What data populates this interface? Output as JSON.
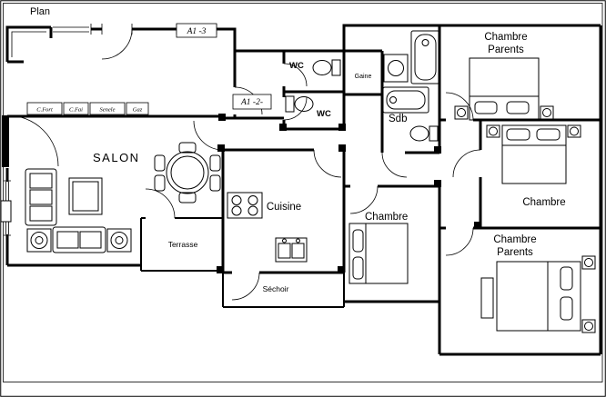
{
  "plan": {
    "title": "Plan",
    "colors": {
      "line": "#000000",
      "background": "#ffffff"
    },
    "rooms": {
      "salon": "SALON",
      "cuisine": "Cuisine",
      "terrasse": "Terrasse",
      "sechoir": "Séchoir",
      "wc_upper": "WC",
      "wc_lower": "WC",
      "gaine": "Gaine",
      "sdb": "Sdb",
      "chambre_middle": "Chambre",
      "chambre_right": "Chambre",
      "chambre_parents_top": {
        "line1": "Chambre",
        "line2": "Parents"
      },
      "chambre_parents_bottom": {
        "line1": "Chambre",
        "line2": "Parents"
      }
    },
    "door_tags": {
      "a1_3": "A1 -3",
      "a1_2": "A1 -2-"
    },
    "utility_tags": {
      "c_fort": "C.Fort",
      "c_fai": "C.Fai",
      "senele": "Senele",
      "gaz": "Gaz"
    }
  }
}
